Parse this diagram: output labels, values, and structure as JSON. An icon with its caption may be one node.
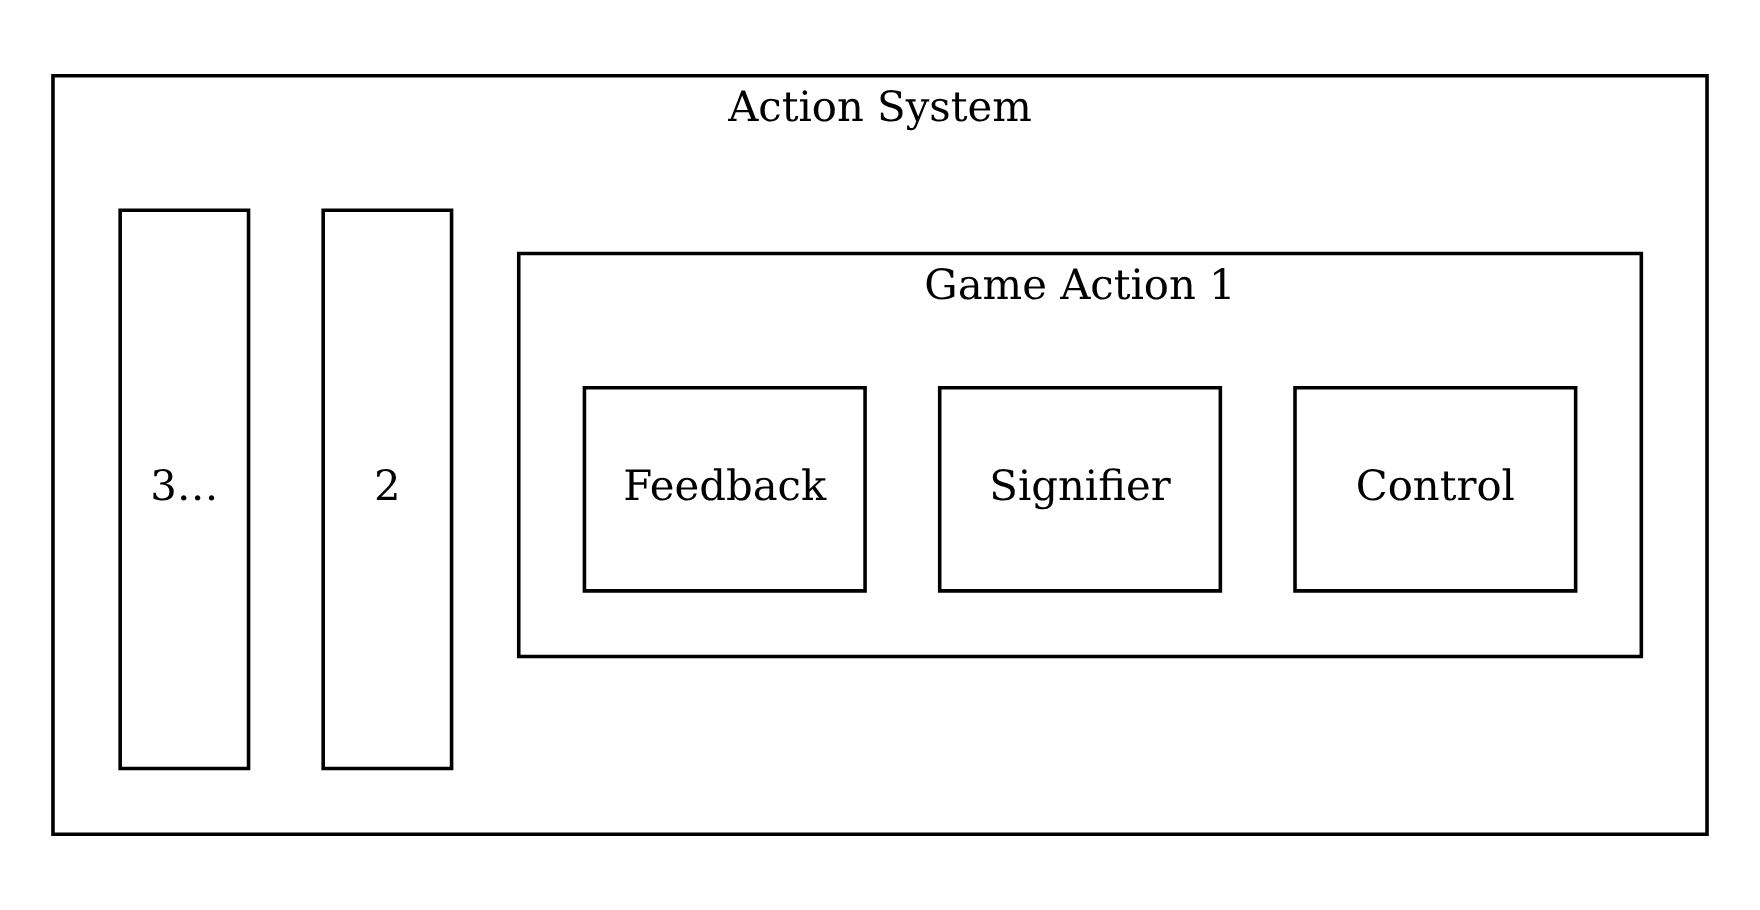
{
  "diagram": {
    "nodes": [
      {
        "text": [
          "Action System"
        ]
      },
      {
        "text": [
          "Game Action 1"
        ],
        "in": 0
      },
      {
        "text": [
          "Control"
        ],
        "in": 1
      },
      {
        "text": [
          "Signifier"
        ],
        "in": 1
      },
      {
        "text": [
          "Feedback"
        ],
        "in": 1
      },
      {
        "text": [
          "2"
        ],
        "in": 0
      },
      {
        "text": [
          "3…"
        ],
        "in": 0
      }
    ],
    "edges": []
  }
}
